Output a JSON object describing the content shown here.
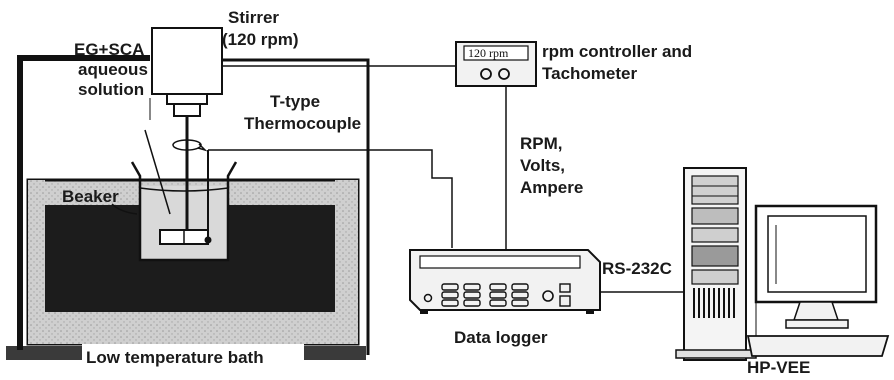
{
  "labels": {
    "stirrer": "Stirrer",
    "stirrer_rpm": "(120 rpm)",
    "solution_line1": "EG+SCA",
    "solution_line2": "aqueous",
    "solution_line3": "solution",
    "thermocouple_line1": "T-type",
    "thermocouple_line2": "Thermocouple",
    "beaker": "Beaker",
    "bath": "Low temperature bath",
    "controller_display": "120 rpm",
    "controller_line1": "rpm controller and",
    "controller_line2": "Tachometer",
    "signals_line1": "RPM,",
    "signals_line2": "Volts,",
    "signals_line3": "Ampere",
    "serial": "RS-232C",
    "logger": "Data logger",
    "software": "HP-VEE"
  },
  "colors": {
    "ink": "#111111",
    "bath_fill": "#c9c9c9",
    "coolant": "#1c1c1c",
    "solution": "#d8d8d8",
    "panel": "#f2f2f2"
  }
}
